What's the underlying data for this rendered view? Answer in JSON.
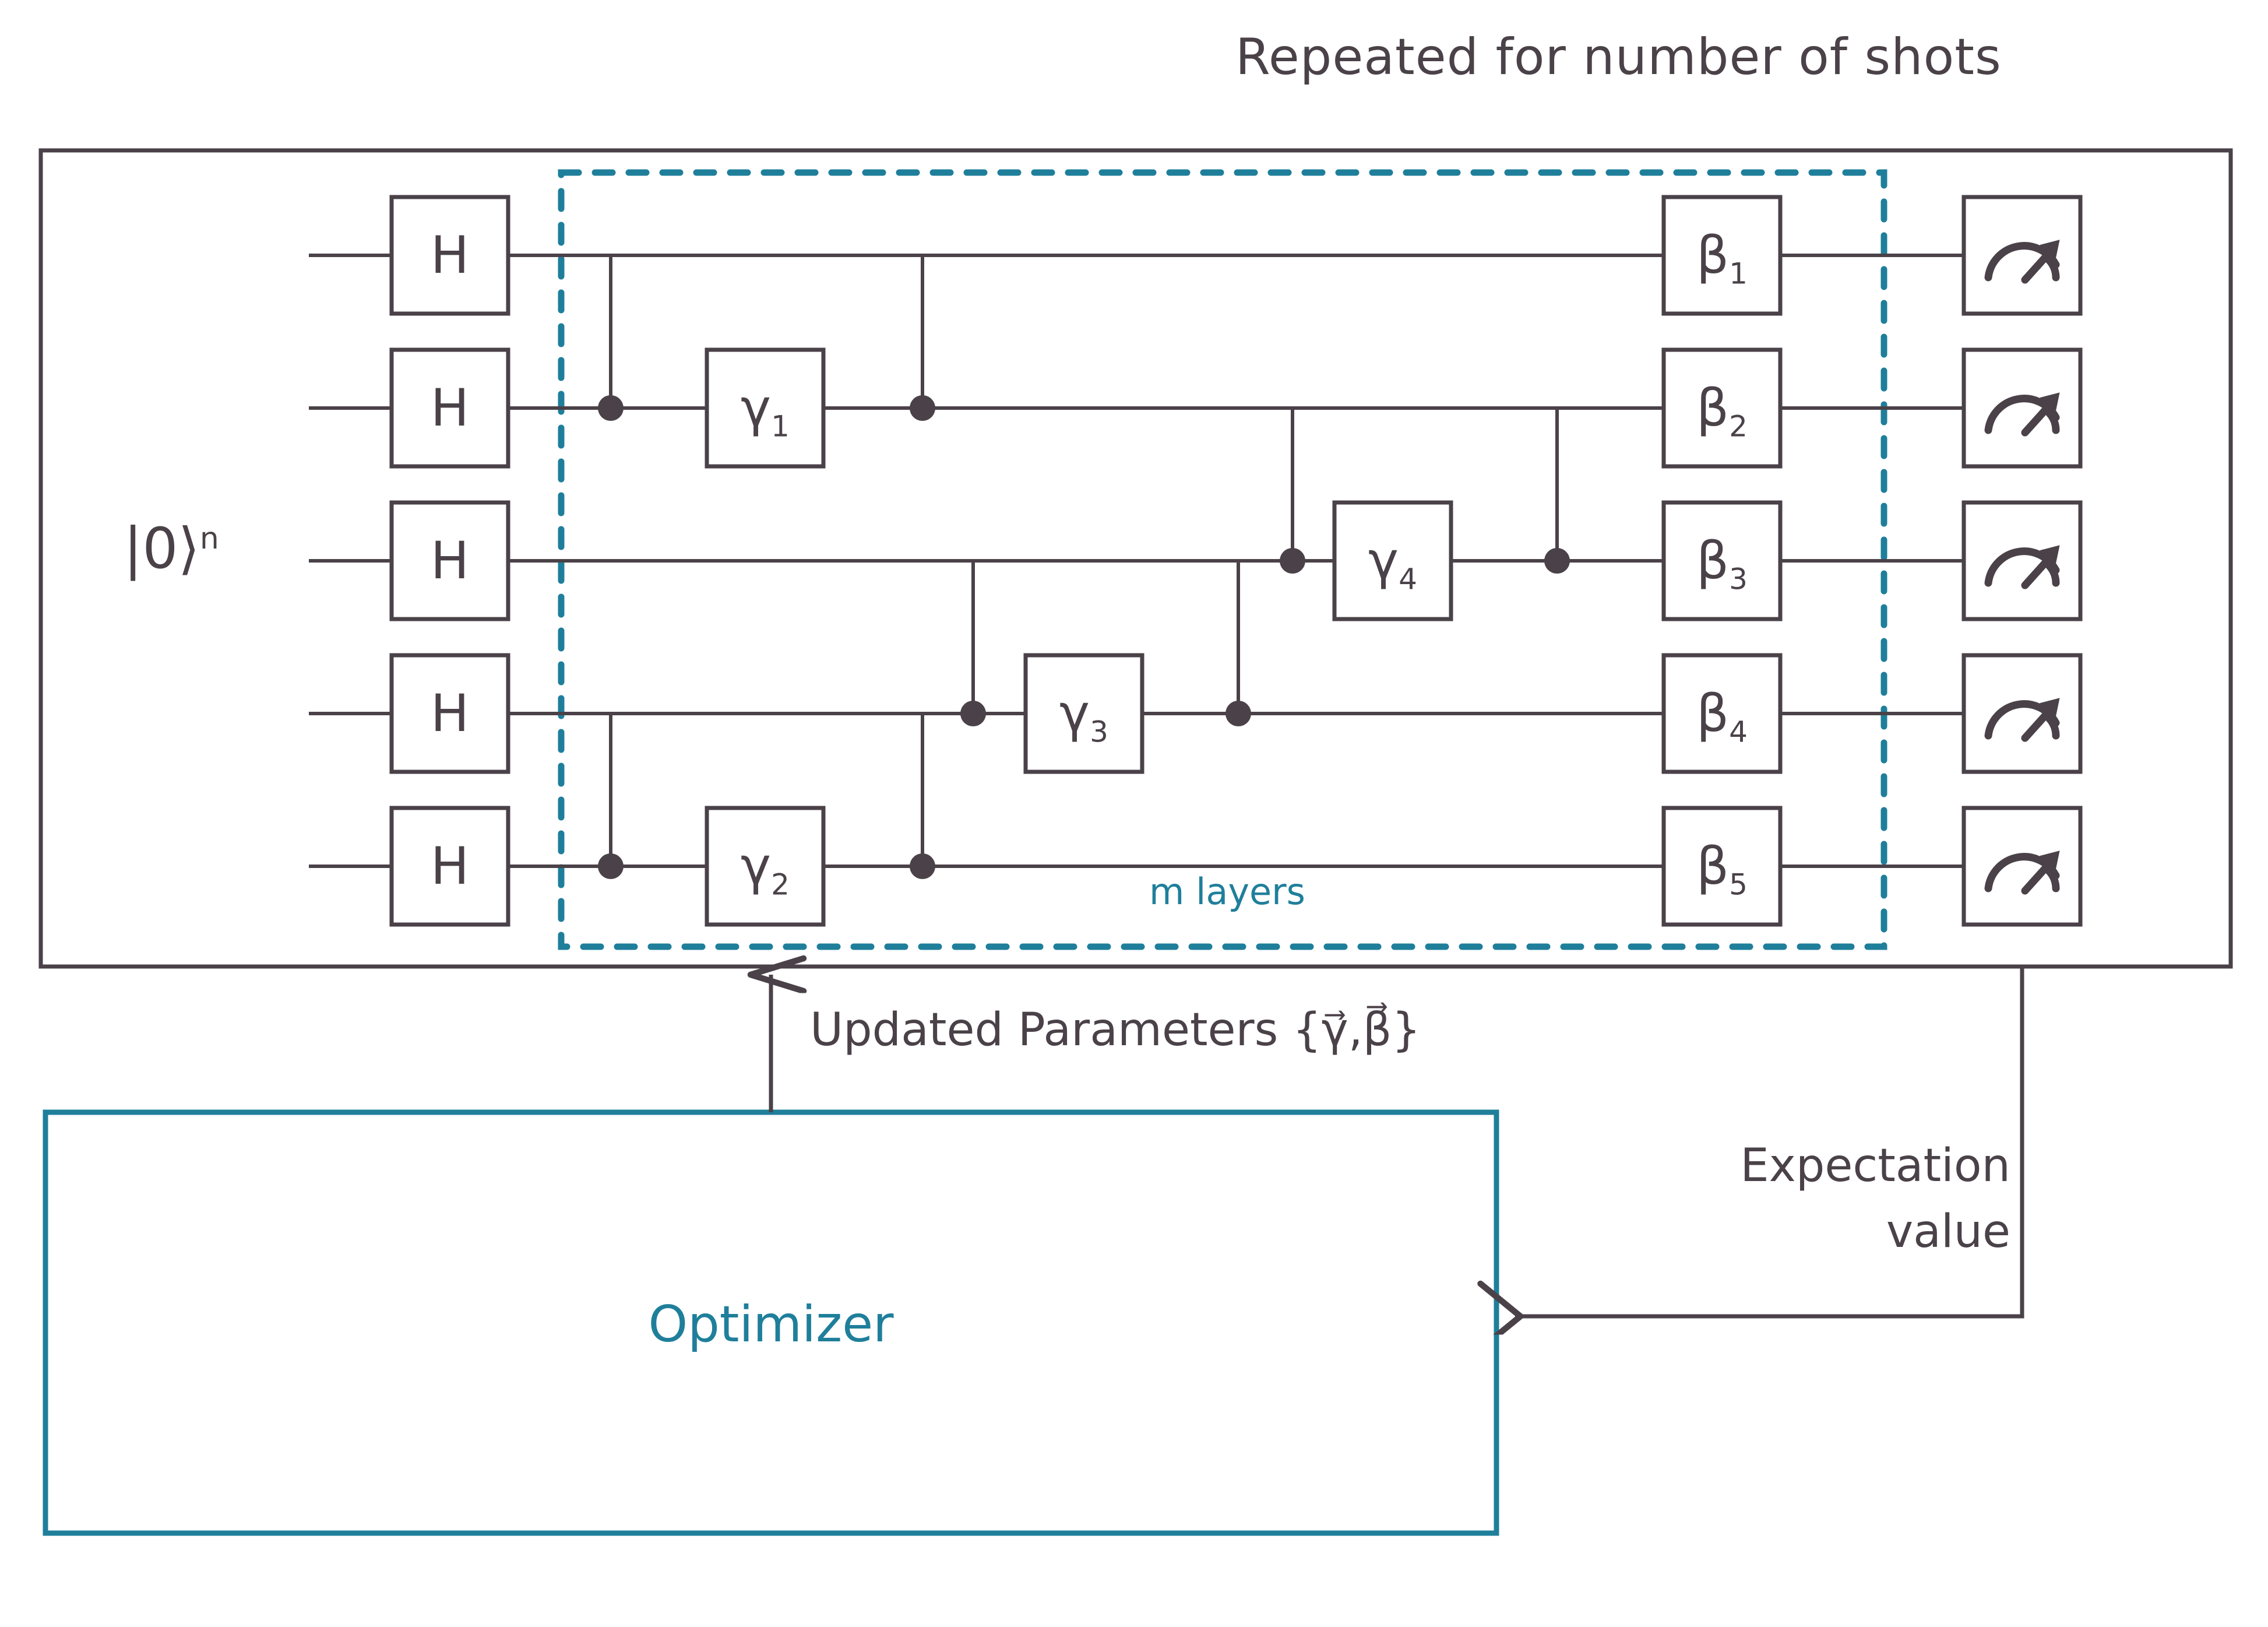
{
  "title": "Repeated for number of shots",
  "colors": {
    "ink": "#4a4248",
    "accent": "#1f7f9b",
    "background": "#ffffff"
  },
  "circuit": {
    "input_state_label": "|0⟩",
    "input_state_sup": "n",
    "num_qubits": 5,
    "hadamard_label": "H",
    "gamma_gates": [
      {
        "label": "γ",
        "sub": "1",
        "qubit": 2
      },
      {
        "label": "γ",
        "sub": "2",
        "qubit": 5
      },
      {
        "label": "γ",
        "sub": "3",
        "qubit": 4
      },
      {
        "label": "γ",
        "sub": "4",
        "qubit": 3
      }
    ],
    "beta_gates": [
      {
        "label": "β",
        "sub": "1",
        "qubit": 1
      },
      {
        "label": "β",
        "sub": "2",
        "qubit": 2
      },
      {
        "label": "β",
        "sub": "3",
        "qubit": 3
      },
      {
        "label": "β",
        "sub": "4",
        "qubit": 4
      },
      {
        "label": "β",
        "sub": "5",
        "qubit": 5
      }
    ],
    "measurement_icon": "meter-icon",
    "measurement_count": 5,
    "layers_label": "m layers"
  },
  "optimizer": {
    "label": "Optimizer"
  },
  "arrows": {
    "updated_parameters": "Updated Parameters {γ⃗,β⃗}",
    "updated_parameters_plain": "Updated Parameters {",
    "expectation_line1": "Expectation",
    "expectation_line2": "value"
  }
}
